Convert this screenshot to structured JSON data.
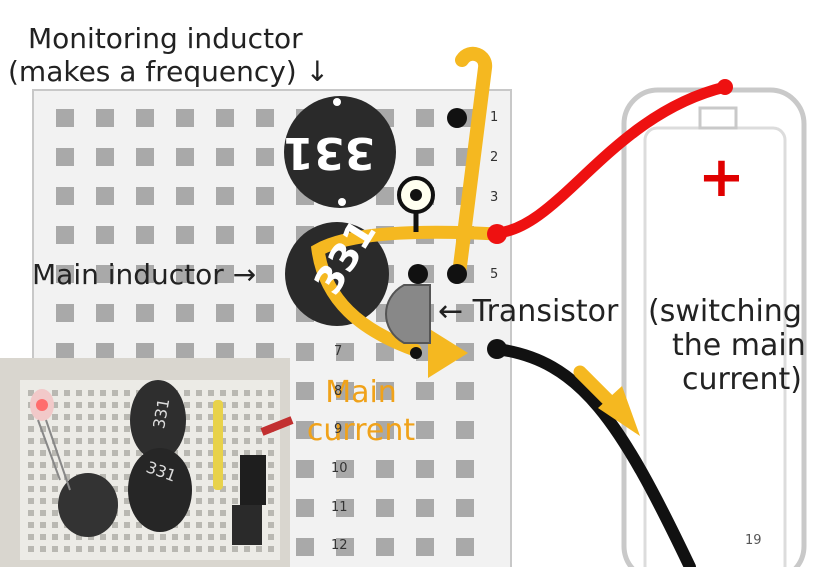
{
  "labels": {
    "monitor_line1": "Monitoring inductor",
    "monitor_line2": "(makes a frequency) ↓",
    "main_inductor": "Main inductor →",
    "transistor": "← Transistor",
    "switching_line1": "(switching",
    "switching_line2": "the main",
    "switching_line3": "current)",
    "main_current_line1": "Main",
    "main_current_line2": "current",
    "plus_sign": "+",
    "slide_number": "19"
  },
  "inductors": {
    "top_marking": "331",
    "bottom_marking": "331"
  },
  "rows": {
    "r1": "1",
    "r2": "2",
    "r3": "3",
    "r5": "5",
    "r7": "7",
    "r8": "8",
    "r9": "9",
    "r10": "10",
    "r11": "11",
    "r12": "12"
  },
  "colors": {
    "wire_red": "#ee1111",
    "wire_yellow": "#f5b820",
    "wire_black": "#111111",
    "current_arrow": "#f0a21a",
    "board_hole": "#a9a9a9",
    "breadboard": "#f2f2f2"
  }
}
